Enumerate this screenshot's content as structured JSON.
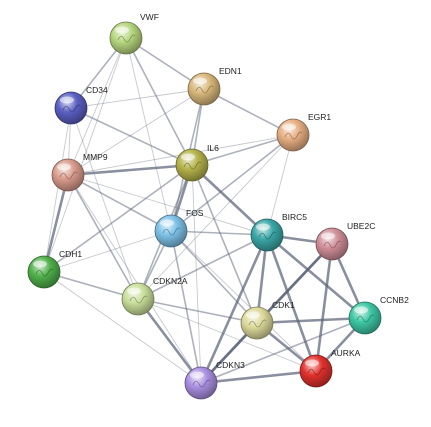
{
  "network": {
    "nodes": [
      {
        "id": "VWF",
        "label": "VWF",
        "color": "#b6d67e"
      },
      {
        "id": "EDN1",
        "label": "EDN1",
        "color": "#d8b77a"
      },
      {
        "id": "CD34",
        "label": "CD34",
        "color": "#5a5fc2"
      },
      {
        "id": "EGR1",
        "label": "EGR1",
        "color": "#e6ae82"
      },
      {
        "id": "IL6",
        "label": "IL6",
        "color": "#b4b24a"
      },
      {
        "id": "MMP9",
        "label": "MMP9",
        "color": "#d99b8c"
      },
      {
        "id": "FOS",
        "label": "FOS",
        "color": "#7cc1e6"
      },
      {
        "id": "BIRC5",
        "label": "BIRC5",
        "color": "#3aa6a6"
      },
      {
        "id": "UBE2C",
        "label": "UBE2C",
        "color": "#cf8e98"
      },
      {
        "id": "CDH1",
        "label": "CDH1",
        "color": "#4fb04a"
      },
      {
        "id": "CDKN2A",
        "label": "CDKN2A",
        "color": "#c9de9a"
      },
      {
        "id": "CCNB2",
        "label": "CCNB2",
        "color": "#3dc7a4"
      },
      {
        "id": "CDK1",
        "label": "CDK1",
        "color": "#dcd99a"
      },
      {
        "id": "AURKA",
        "label": "AURKA",
        "color": "#e0312d"
      },
      {
        "id": "CDKN3",
        "label": "CDKN3",
        "color": "#a98fe0"
      }
    ],
    "edges": [
      {
        "source": "VWF",
        "target": "EDN1",
        "weight": 2
      },
      {
        "source": "VWF",
        "target": "CD34",
        "weight": 2
      },
      {
        "source": "VWF",
        "target": "IL6",
        "weight": 2
      },
      {
        "source": "VWF",
        "target": "MMP9",
        "weight": 1
      },
      {
        "source": "VWF",
        "target": "CDH1",
        "weight": 1
      },
      {
        "source": "VWF",
        "target": "FOS",
        "weight": 1
      },
      {
        "source": "EDN1",
        "target": "EGR1",
        "weight": 2
      },
      {
        "source": "EDN1",
        "target": "IL6",
        "weight": 2
      },
      {
        "source": "EDN1",
        "target": "MMP9",
        "weight": 1
      },
      {
        "source": "EDN1",
        "target": "FOS",
        "weight": 2
      },
      {
        "source": "EDN1",
        "target": "CD34",
        "weight": 1
      },
      {
        "source": "CD34",
        "target": "IL6",
        "weight": 2
      },
      {
        "source": "CD34",
        "target": "MMP9",
        "weight": 1
      },
      {
        "source": "CD34",
        "target": "CDH1",
        "weight": 1
      },
      {
        "source": "CD34",
        "target": "CDKN2A",
        "weight": 1
      },
      {
        "source": "EGR1",
        "target": "IL6",
        "weight": 2
      },
      {
        "source": "EGR1",
        "target": "FOS",
        "weight": 2
      },
      {
        "source": "EGR1",
        "target": "CDKN2A",
        "weight": 1
      },
      {
        "source": "EGR1",
        "target": "MMP9",
        "weight": 1
      },
      {
        "source": "IL6",
        "target": "MMP9",
        "weight": 3
      },
      {
        "source": "IL6",
        "target": "FOS",
        "weight": 3
      },
      {
        "source": "IL6",
        "target": "BIRC5",
        "weight": 3
      },
      {
        "source": "IL6",
        "target": "CDH1",
        "weight": 2
      },
      {
        "source": "IL6",
        "target": "CDKN2A",
        "weight": 2
      },
      {
        "source": "IL6",
        "target": "CDK1",
        "weight": 2
      },
      {
        "source": "IL6",
        "target": "CDKN3",
        "weight": 1
      },
      {
        "source": "MMP9",
        "target": "FOS",
        "weight": 2
      },
      {
        "source": "MMP9",
        "target": "CDH1",
        "weight": 3
      },
      {
        "source": "MMP9",
        "target": "CDKN2A",
        "weight": 2
      },
      {
        "source": "MMP9",
        "target": "BIRC5",
        "weight": 1
      },
      {
        "source": "MMP9",
        "target": "CDKN3",
        "weight": 1
      },
      {
        "source": "FOS",
        "target": "CDH1",
        "weight": 1
      },
      {
        "source": "FOS",
        "target": "CDKN2A",
        "weight": 2
      },
      {
        "source": "FOS",
        "target": "BIRC5",
        "weight": 2
      },
      {
        "source": "FOS",
        "target": "CDK1",
        "weight": 2
      },
      {
        "source": "FOS",
        "target": "CDKN3",
        "weight": 2
      },
      {
        "source": "FOS",
        "target": "AURKA",
        "weight": 1
      },
      {
        "source": "BIRC5",
        "target": "UBE2C",
        "weight": 3
      },
      {
        "source": "BIRC5",
        "target": "CCNB2",
        "weight": 3
      },
      {
        "source": "BIRC5",
        "target": "CDK1",
        "weight": 3
      },
      {
        "source": "BIRC5",
        "target": "AURKA",
        "weight": 3
      },
      {
        "source": "BIRC5",
        "target": "CDKN3",
        "weight": 3
      },
      {
        "source": "BIRC5",
        "target": "CDKN2A",
        "weight": 2
      },
      {
        "source": "BIRC5",
        "target": "EGR1",
        "weight": 1
      },
      {
        "source": "UBE2C",
        "target": "CCNB2",
        "weight": 3
      },
      {
        "source": "UBE2C",
        "target": "CDK1",
        "weight": 3
      },
      {
        "source": "UBE2C",
        "target": "AURKA",
        "weight": 3
      },
      {
        "source": "UBE2C",
        "target": "CDKN3",
        "weight": 3
      },
      {
        "source": "CCNB2",
        "target": "CDK1",
        "weight": 3
      },
      {
        "source": "CCNB2",
        "target": "AURKA",
        "weight": 3
      },
      {
        "source": "CCNB2",
        "target": "CDKN3",
        "weight": 2
      },
      {
        "source": "CDK1",
        "target": "AURKA",
        "weight": 3
      },
      {
        "source": "CDK1",
        "target": "CDKN3",
        "weight": 3
      },
      {
        "source": "CDK1",
        "target": "CDKN2A",
        "weight": 2
      },
      {
        "source": "AURKA",
        "target": "CDKN3",
        "weight": 3
      },
      {
        "source": "CDH1",
        "target": "CDKN2A",
        "weight": 2
      },
      {
        "source": "CDH1",
        "target": "CDKN3",
        "weight": 1
      },
      {
        "source": "CDKN2A",
        "target": "CDKN3",
        "weight": 3
      },
      {
        "source": "CDKN2A",
        "target": "AURKA",
        "weight": 1
      }
    ],
    "edge_color": "#5c6478"
  }
}
